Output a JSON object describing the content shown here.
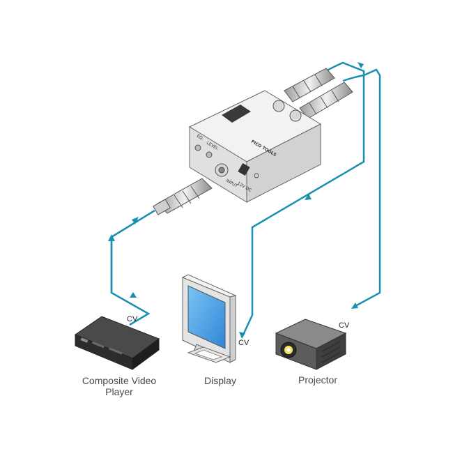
{
  "device": {
    "brand_text": "PICO TOOLS",
    "port_labels": {
      "eq": "EQ.",
      "level": "LEVEL",
      "input": "INPUT",
      "power": "12V DC"
    }
  },
  "connections": {
    "source_signal": "CV",
    "display_signal": "CV",
    "projector_signal": "CV"
  },
  "labels": {
    "source_line1": "Composite Video",
    "source_line2": "Player",
    "display": "Display",
    "projector": "Projector"
  },
  "colors": {
    "cable": "#1a8fb0",
    "device_body": "#e6e6e6",
    "screen": "#3a9be0"
  }
}
